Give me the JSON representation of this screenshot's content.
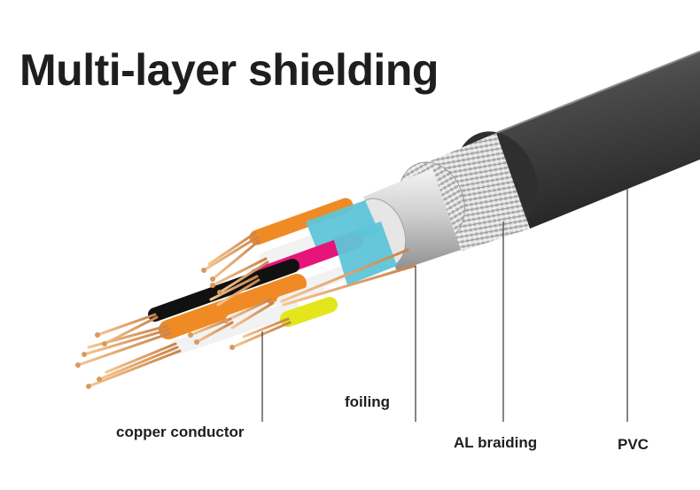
{
  "title": "Multi-layer shielding",
  "labels": {
    "copper_conductor": "copper conductor",
    "foiling": "foiling",
    "al_braiding": "AL braiding",
    "pvc": "PVC"
  },
  "colors": {
    "jacket": "#3c3c3c",
    "braid": "#c9c9c9",
    "foil": "#d8d8d8",
    "copper": "#e0a76e",
    "wire_orange": "#f08a24",
    "wire_magenta": "#e6157a",
    "wire_yellow": "#e3e61c",
    "wire_white": "#f2f2f2",
    "wire_black": "#111111",
    "pair_wrap_blue": "#5ec5d8",
    "leader_line": "#444444"
  }
}
